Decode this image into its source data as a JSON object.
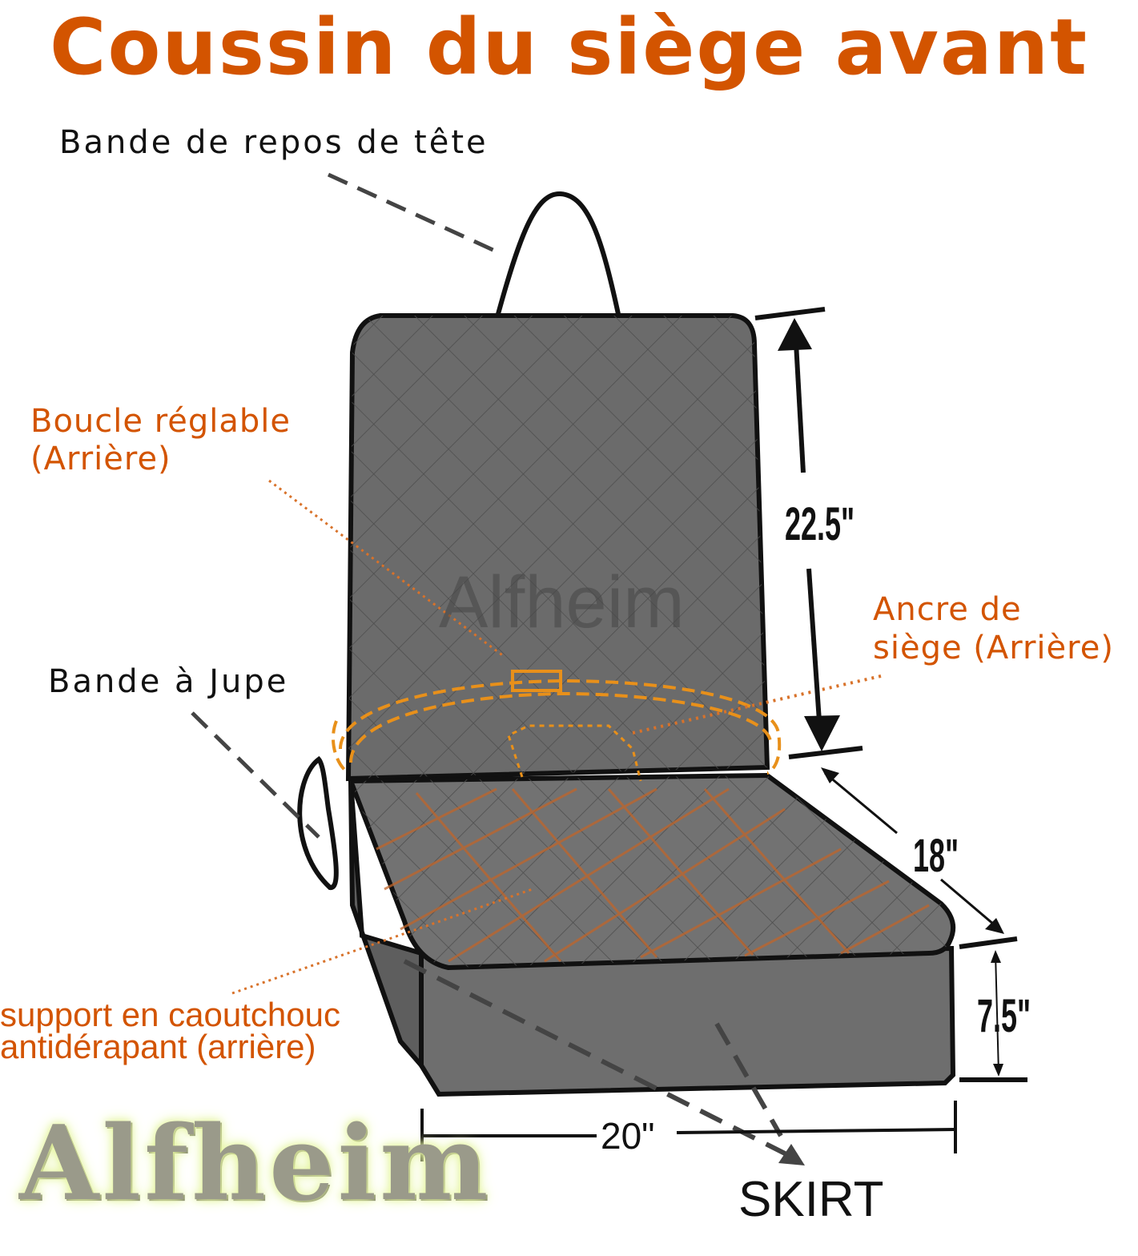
{
  "title": "Coussin du siège avant",
  "labels": {
    "headrest_strap": "Bande de repos de tête",
    "buckle_line1": "Boucle réglable",
    "buckle_line2": "(Arrière)",
    "anchor_line1": "Ancre de",
    "anchor_line2": "siège (Arrière)",
    "skirt_strap": "Bande à Jupe",
    "rubber_line1": "support en caoutchouc",
    "rubber_line2": "antidérapant (arrière)",
    "skirt": "SKIRT"
  },
  "dimensions": {
    "back_height": "22.5\"",
    "seat_depth": "18\"",
    "skirt_height": "7.5\"",
    "width": "20\""
  },
  "watermark": "Alfheim",
  "logo": "Alfheim",
  "colors": {
    "accent": "#d35400",
    "cushion": "#6b6b6b",
    "outline": "#111111",
    "strap_orange": "#e8901a"
  }
}
